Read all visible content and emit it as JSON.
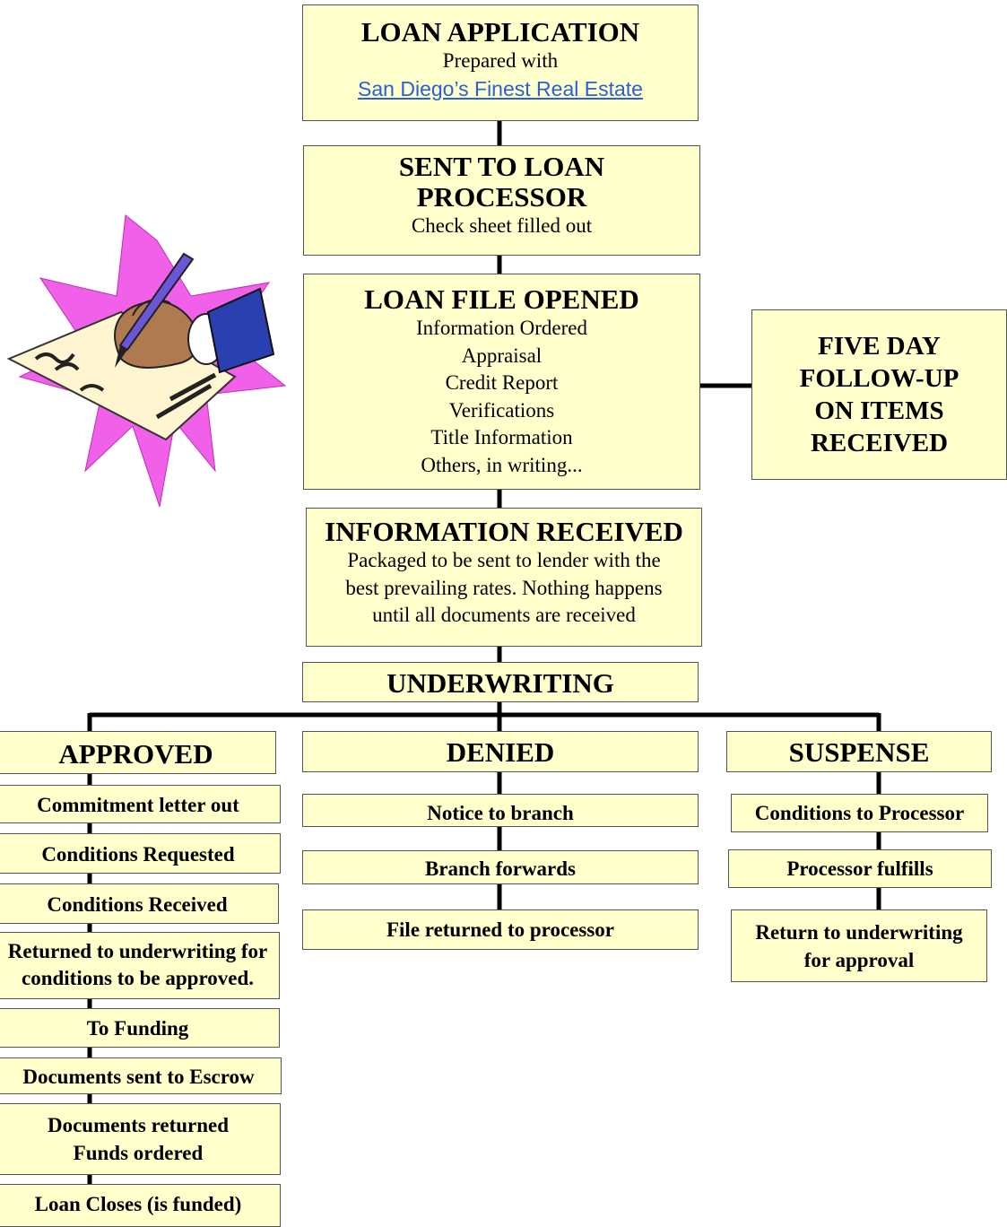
{
  "loan_application": {
    "title": "LOAN APPLICATION",
    "subtitle": "Prepared with",
    "link_text": "San Diego’s Finest Real Estate"
  },
  "sent_to_processor": {
    "title_line1": "SENT TO LOAN",
    "title_line2": "PROCESSOR",
    "subtitle": "Check sheet filled out"
  },
  "loan_file_opened": {
    "title": "LOAN FILE OPENED",
    "items": [
      "Information Ordered",
      "Appraisal",
      "Credit Report",
      "Verifications",
      "Title Information",
      "Others, in writing..."
    ]
  },
  "follow_up": {
    "lines": [
      "FIVE DAY",
      "FOLLOW-UP",
      "ON ITEMS",
      "RECEIVED"
    ]
  },
  "information_received": {
    "title": "INFORMATION RECEIVED",
    "lines": [
      "Packaged to be sent to lender with the",
      "best prevailing rates.  Nothing happens",
      "until all documents are received"
    ]
  },
  "underwriting": {
    "title": "UNDERWRITING"
  },
  "approved": {
    "title": "APPROVED",
    "steps": [
      [
        "Commitment letter out"
      ],
      [
        "Conditions Requested"
      ],
      [
        "Conditions Received"
      ],
      [
        "Returned to underwriting for",
        "conditions to be approved."
      ],
      [
        "To Funding"
      ],
      [
        "Documents sent to Escrow"
      ],
      [
        "Documents returned",
        "Funds ordered"
      ],
      [
        "Loan Closes (is funded)"
      ]
    ]
  },
  "denied": {
    "title": "DENIED",
    "steps": [
      "Notice to branch",
      "Branch forwards",
      "File returned to processor"
    ]
  },
  "suspense": {
    "title": "SUSPENSE",
    "steps": [
      [
        "Conditions to Processor"
      ],
      [
        "Processor fulfills"
      ],
      [
        "Return to underwriting",
        "for approval"
      ]
    ]
  },
  "colors": {
    "box_fill": "#ffffcc",
    "box_border": "#555555",
    "link": "#2a5fd6",
    "starburst": "#f060e8",
    "sleeve": "#2a3fb0",
    "pen": "#6b56d8"
  },
  "clipart_icon": "hand-signing-document-icon"
}
